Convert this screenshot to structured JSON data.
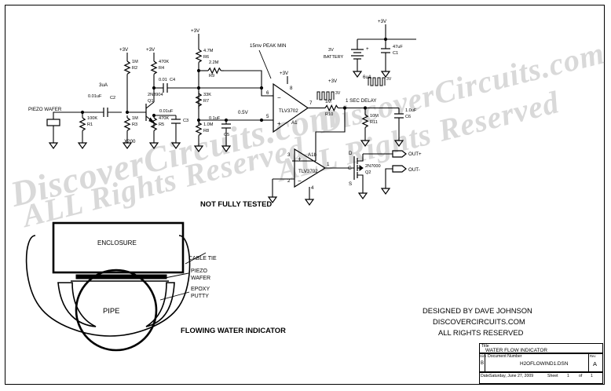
{
  "sheet": {
    "not_tested_note": "NOT FULLY TESTED",
    "mech_caption": "FLOWING WATER INDICATOR"
  },
  "watermark": {
    "line1": "DiscoverCircuits.com",
    "line2": "ALL Rights Reserved"
  },
  "credits": {
    "line1": "DESIGNED BY DAVE JOHNSON",
    "line2": "DISCOVERCIRCUITS.COM",
    "line3": "ALL RIGHTS RESERVED"
  },
  "title_block": {
    "title_label": "Title",
    "title_value": "WATER FLOW INDICATOR",
    "size_label": "Size",
    "size_value": "B",
    "docnum_label": "Document Number",
    "docnum_value": "H2OFLOWIND1.DSN",
    "rev_label": "Rev",
    "rev_value": "A",
    "date_label": "Date:",
    "date_value": "Saturday, June 27, 2009",
    "sheet_label": "Sheet",
    "sheet_num": "1",
    "sheet_of": "of",
    "sheet_total": "1"
  },
  "annotations": {
    "piezo_wafer": "PIEZO WAFER",
    "cur_3ua": "3uA",
    "gain_x200": "X200",
    "peak_min": "15mv PEAK MIN",
    "half_volt": "0.5V",
    "sec_delay": "1 SEC DELAY",
    "battery": "3V\nBATTERY",
    "battery_l1": "3V",
    "battery_l2": "BATTERY",
    "cur_6ua": "6uA",
    "pulse_3v_a": "3V",
    "pulse_3v_b": "3V",
    "out_plus": "OUT+",
    "out_minus": "OUT-",
    "plus_sign": "+"
  },
  "rails": {
    "v1": "+3V",
    "v2": "+3V",
    "v3": "+3V",
    "v4": "+3V",
    "v5": "+3V",
    "v6": "+3V"
  },
  "components": [
    {
      "ref": "R1",
      "value": "100K"
    },
    {
      "ref": "C2",
      "value": "0.01uF"
    },
    {
      "ref": "R2",
      "value": "1M"
    },
    {
      "ref": "R3",
      "value": "1M"
    },
    {
      "ref": "R4",
      "value": "470K"
    },
    {
      "ref": "R5",
      "value": "470K"
    },
    {
      "ref": "Q1",
      "value": "2N3904"
    },
    {
      "ref": "C3",
      "value": "0.01uF"
    },
    {
      "ref": "C4",
      "value": "0.01"
    },
    {
      "ref": "R6",
      "value": "4.7M"
    },
    {
      "ref": "R7",
      "value": "33K"
    },
    {
      "ref": "R8",
      "value": "1.0M"
    },
    {
      "ref": "R9",
      "value": "2.2M"
    },
    {
      "ref": "C5",
      "value": "0.1uF"
    },
    {
      "ref": "A1",
      "value": "TLV3702"
    },
    {
      "ref": "R10",
      "value": "1M"
    },
    {
      "ref": "R11",
      "value": "10M"
    },
    {
      "ref": "C6",
      "value": "1.0uF"
    },
    {
      "ref": "C1",
      "value": "47uF"
    },
    {
      "ref": "Q2",
      "value": "2N7000"
    },
    {
      "ref": "A1b",
      "value": "TLV3702"
    }
  ],
  "ic_pins": {
    "u1_neg": "6",
    "u1_pos": "5",
    "u1_vcc": "8",
    "u1_out": "7",
    "u2_pos": "3",
    "u2_neg": "2",
    "u2_out": "1",
    "u2_gnd": "4",
    "q2_d": "D",
    "q2_g": "G",
    "q2_s": "S"
  },
  "mechanical": {
    "enclosure": "ENCLOSURE",
    "cable_tie": "CABLE TIE",
    "piezo_l1": "PIEZO",
    "piezo_l2": "WAFER",
    "epoxy_l1": "EPOXY",
    "epoxy_l2": "PUTTY",
    "pipe": "PIPE"
  }
}
